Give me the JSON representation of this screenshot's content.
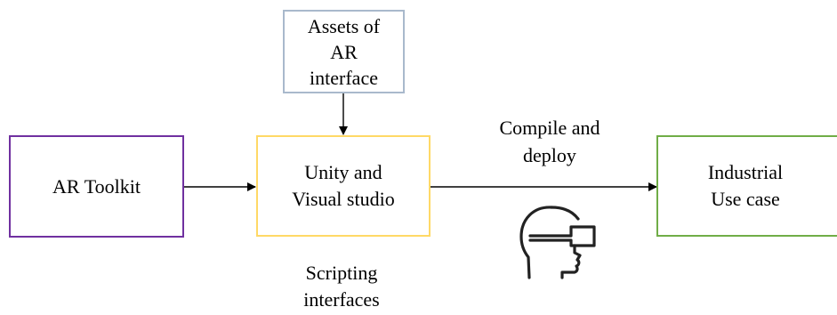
{
  "boxes": {
    "assets": [
      "Assets of",
      "AR",
      "interface"
    ],
    "unity": [
      "Unity and",
      "Visual studio"
    ],
    "ar_toolkit": [
      "AR Toolkit"
    ],
    "industrial": [
      "Industrial",
      "Use case"
    ]
  },
  "labels": {
    "compile": [
      "Compile and",
      "deploy"
    ],
    "scripting": [
      "Scripting",
      "interfaces"
    ]
  },
  "icons": {
    "vr_headset": "vr-headset-icon"
  },
  "colors": {
    "assets_border": "#a9b9cc",
    "unity_border": "#ffd966",
    "ar_toolkit_border": "#7030a0",
    "industrial_border": "#70ad47",
    "arrow": "#000000"
  }
}
